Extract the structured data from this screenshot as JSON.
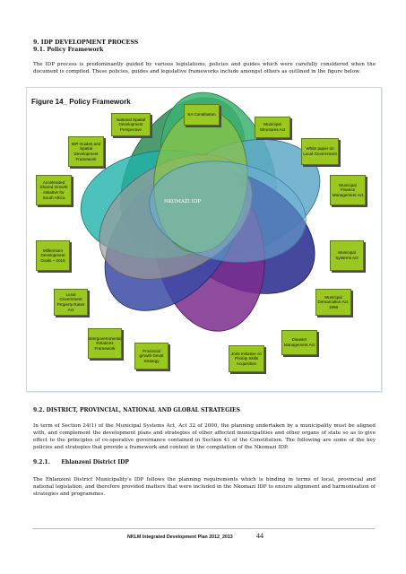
{
  "heading": {
    "section": "9.   IDP DEVELOPMENT PROCESS",
    "subsection": "9.1.  Policy Framework"
  },
  "intro": "The IDP process is predominantly guided by various legislations, policies and guides which were carefully considered when the document is compiled.  These policies, guides and legislative frameworks include amongst others as outlined in the figure below.",
  "figure": {
    "title": "Figure 14_ Policy Framework",
    "center_label": "NKOMAZI IDP",
    "box_color": "#9ac720",
    "petal_colors": [
      "#2e8b57",
      "#3cb371",
      "#4682b4",
      "#2b2f8f",
      "#7b2d8e",
      "#a0a0a0",
      "#20b2aa"
    ],
    "boxes": {
      "nsdp": "National Spatial Development Perspective",
      "sa_constitution": "SA Constitution",
      "structures_act": "Municipal Structures Act",
      "idp_guides": "IDP Guides and Spatial Development Framework",
      "white_paper": "White paper on Local Government",
      "asgisa": "Accelerated Shared Growth Initiative for South Africa",
      "mfma": "Municipal Finance Management Act",
      "mdg": "Millennium Development Goals – 2015",
      "systems_act": "Municipal Systems Act",
      "property_rates": "Local Government Property Rates Act",
      "demarcation": "Municipal Demarcation Act, 1998",
      "intergov": "Intergovernmental Relations Framework",
      "pgds": "Provincial growth Devpt Strategy",
      "jipsa": "Joint Initiative on Priority Skills Acquisition",
      "disaster": "Disaster Management Act"
    }
  },
  "section92": {
    "heading": "9.2.  DISTRICT, PROVINCIAL, NATIONAL AND GLOBAL STRATEGIES",
    "text": "In term of Section 24(1) of the Municipal Systems Act, Act 32 of 2000, the planning undertaken by a municipality must be aligned with, and complement the development plans and strategies of other affected municipalities and other organs of state so as to give effect to the principles of co-operative governance contained in Section 41 of the Constitution. The following are some of the key policies and strategies that provide a framework and context in the compilation of the Nkomazi IDP."
  },
  "section921": {
    "heading": "9.2.1.      Ehlanzeni District IDP",
    "text": "The Ehlanzeni District Municipality's IDP follows the planning requirements which is binding in terms of local, provincial and national legislation, and therefore provided matters that were included in the Nkomazi IDP to ensure alignment and harmonisation of strategies and programmes."
  },
  "footer": {
    "doc": "NKLM Integrated Development Plan 2012_2013",
    "page": "44"
  }
}
